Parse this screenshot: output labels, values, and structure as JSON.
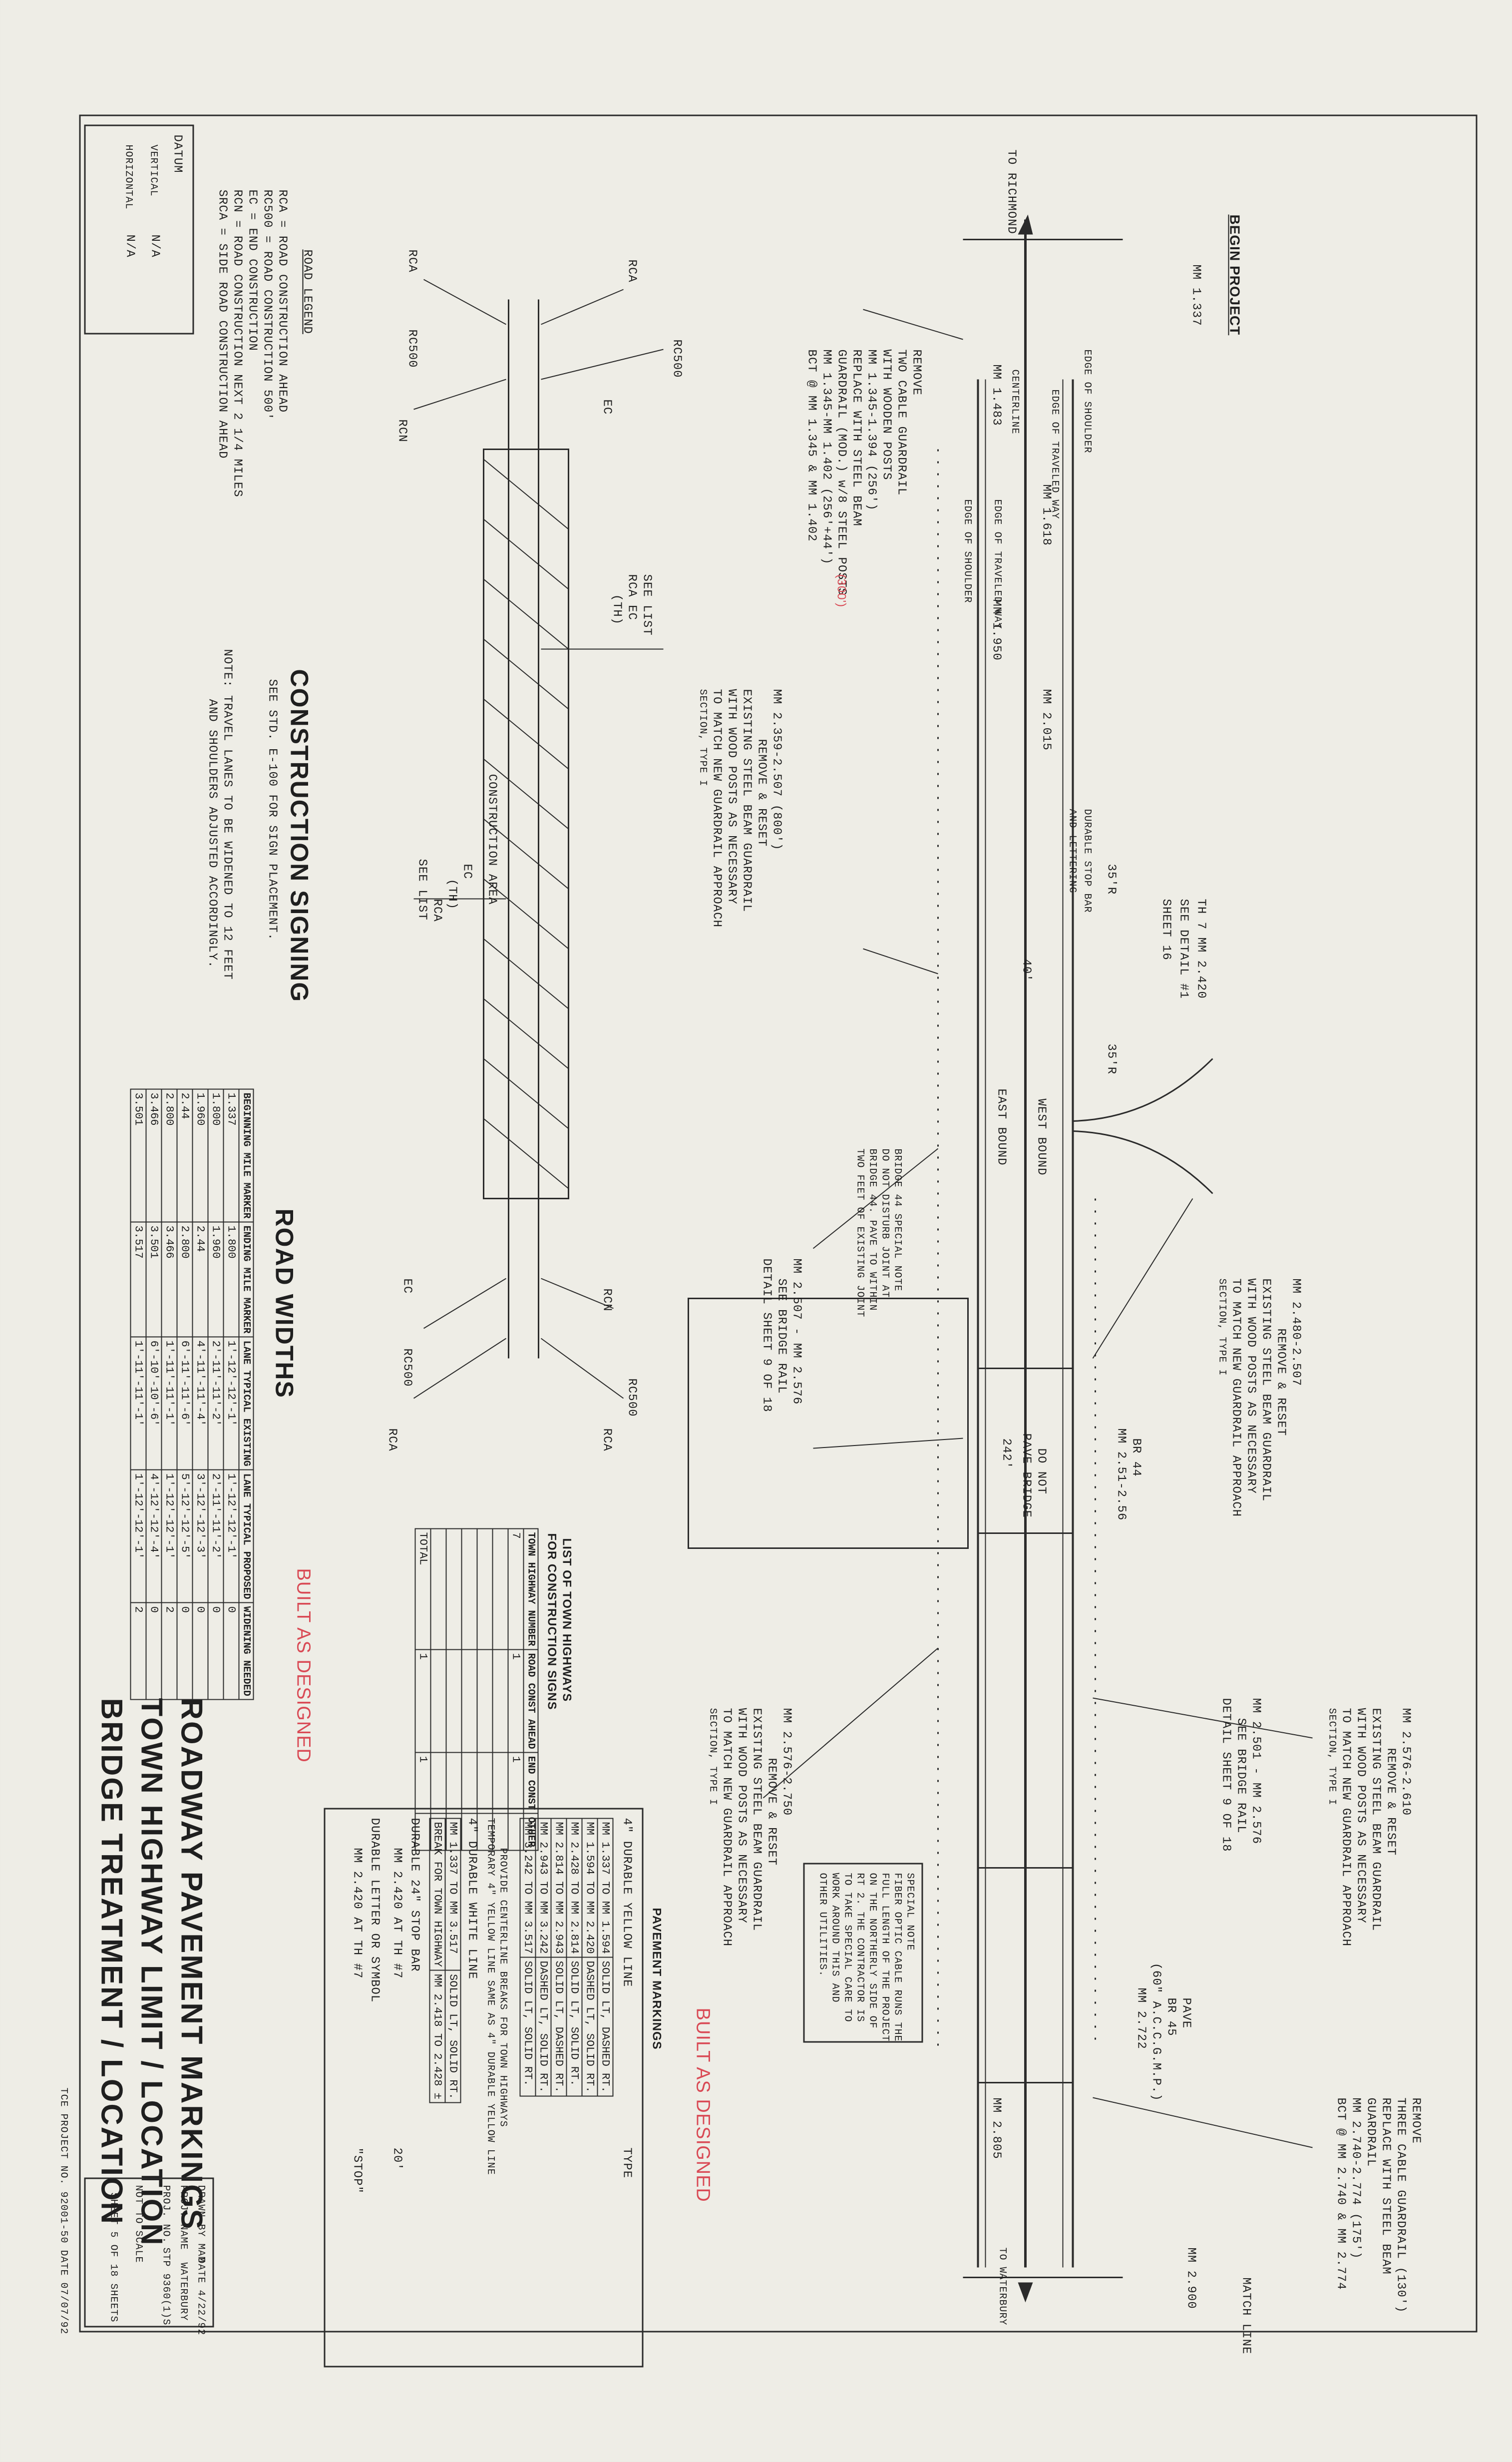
{
  "plan": {
    "begin_project": "BEGIN PROJECT",
    "mm_1337": "MM 1.337",
    "to_richmond": "TO RICHMOND",
    "centerline": "CENTERLINE",
    "edge_traveled_way_top": "EDGE OF TRAVELED WAY",
    "edge_shoulder_top": "EDGE OF SHOULDER",
    "edge_traveled_way_bottom": "EDGE OF TRAVELED WAY",
    "edge_shoulder_bottom": "EDGE OF SHOULDER",
    "mm_1483": "MM 1.483",
    "mm_1618": "MM 1.618",
    "mm_1950": "MM 1.950",
    "mm_2015": "MM 2.015",
    "westbound": "WEST BOUND",
    "eastbound": "EAST BOUND",
    "durable_stop_bar": "DURABLE STOP BAR",
    "and_lettering": "AND LETTERING",
    "dim_35r_left": "35'R",
    "dim_35r_right": "35'R",
    "dim_40": "40'",
    "th7": [
      "TH 7 MM 2.420",
      "SEE DETAIL #1",
      "SHEET 16"
    ],
    "remove_cable": [
      "REMOVE",
      "TWO CABLE GUARDRAIL",
      "WITH WOODEN POSTS",
      "MM 1.345-1.394 (256')",
      "REPLACE WITH STEEL BEAM",
      "GUARDRAIL (MOD.) w/8 STEEL POSTS",
      "MM 1.345-MM 1.402 (256'+44')",
      "BCT @ MM 1.345 & MM 1.402"
    ],
    "remove_red_note": "(300')",
    "mm2359": [
      "MM 2.359-2.507 (800')",
      "REMOVE & RESET",
      "EXISTING STEEL BEAM GUARDRAIL",
      "WITH WOOD POSTS AS NECESSARY",
      "TO MATCH NEW GUARDRAIL APPROACH",
      "SECTION, TYPE I"
    ],
    "bridge_note": [
      "BRIDGE 44 SPECIAL NOTE",
      "DO NOT DISTURB JOINT AT",
      "BRIDGE 44. PAVE TO WITHIN",
      "TWO FEET OF EXISTING JOINT"
    ],
    "mm2507_rail": [
      "MM 2.507 - MM 2.576",
      "SEE BRIDGE RAIL",
      "DETAIL SHEET  9 OF 18"
    ],
    "mm2480": [
      "MM 2.480-2.507",
      "REMOVE & RESET",
      "EXISTING STEEL BEAM GUARDRAIL",
      "WITH WOOD POSTS AS NECESSARY",
      "TO MATCH NEW GUARDRAIL APPROACH",
      "SECTION, TYPE I"
    ],
    "br44": [
      "BR 44",
      "MM 2.51-2.56"
    ],
    "do_not_pave": [
      "DO NOT",
      "PAVE BRIDGE"
    ],
    "dim_242": "242'",
    "mm2576_top": [
      "MM 2.576-2.610",
      "REMOVE & RESET",
      "EXISTING STEEL BEAM GUARDRAIL",
      "WITH WOOD POSTS AS NECESSARY",
      "TO MATCH NEW GUARDRAIL APPROACH",
      "SECTION, TYPE I"
    ],
    "mm2501_rail": [
      "MM 2.501 - MM 2.576",
      "SEE BRIDGE RAIL",
      "DETAIL SHEET  9 OF 18"
    ],
    "mm2576_bottom": [
      "MM 2.576-2.750",
      "REMOVE & RESET",
      "EXISTING STEEL BEAM GUARDRAIL",
      "WITH WOOD POSTS AS NECESSARY",
      "TO MATCH NEW GUARDRAIL APPROACH",
      "SECTION, TYPE I"
    ],
    "special_note": [
      "SPECIAL NOTE",
      "FIBER OPTIC CABLE RUNS THE",
      "FULL LENGTH OF THE PROJECT",
      "ON THE NORTHERLY SIDE OF",
      "RT 2. THE CONTRACTOR IS",
      "TO TAKE SPECIAL CARE TO",
      "WORK AROUND THIS AND",
      "OTHER UTILITIES."
    ],
    "pave_br45": [
      "PAVE",
      "BR 45",
      "(60\" A.C.C.G.M.P.)",
      "MM 2.722"
    ],
    "remove_three": [
      "REMOVE",
      "THREE CABLE GUARDRAIL (130')",
      "REPLACE WITH STEEL BEAM",
      "GUARDRAIL",
      "MM 2.740-2.774 (175')",
      "BCT @ MM 2.740 & MM 2.774"
    ],
    "mm_2805": "MM 2.805",
    "mm_2900": "MM 2.900",
    "match_line": "MATCH LINE",
    "to_waterbury": "TO WATERBURY"
  },
  "signing": {
    "title": "CONSTRUCTION SIGNING",
    "subtitle": "SEE STD. E-100 FOR SIGN PLACEMENT.",
    "construction_area": "CONSTRUCTION AREA",
    "see_list_top": [
      "SEE LIST",
      "RCA   EC",
      "(TH)"
    ],
    "see_list_bottom": [
      "EC",
      "(TH)",
      "RCA",
      "SEE LIST"
    ],
    "labels": {
      "rca": "RCA",
      "rc500": "RC500",
      "rcn": "RCN",
      "ec": "EC"
    },
    "note": [
      "NOTE:  TRAVEL LANES TO BE WIDENED TO 12 FEET",
      "AND SHOULDERS ADJUSTED ACCORDINGLY."
    ]
  },
  "legend": {
    "title": "ROAD LEGEND",
    "items": [
      "RCA   = ROAD CONSTRUCTION AHEAD",
      "RC500 = ROAD CONSTRUCTION 500'",
      "EC    = END CONSTRUCTION",
      "RCN   = ROAD CONSTRUCTION NEXT 2 1/4 MILES",
      "SRCA  = SIDE ROAD CONSTRUCTION AHEAD"
    ],
    "datum": "DATUM",
    "vertical": "VERTICAL",
    "horizontal": "HORIZONTAL",
    "vertical_val": "N/A",
    "horizontal_val": "N/A"
  },
  "road_widths": {
    "title": "ROAD WIDTHS",
    "headers": [
      "BEGINNING MILE MARKER",
      "ENDING MILE MARKER",
      "LANE TYPICAL EXISTING",
      "LANE TYPICAL PROPOSED",
      "WIDENING NEEDED"
    ],
    "rows": [
      [
        "1.337",
        "1.800",
        "1'-12'-12'-1'",
        "1'-12'-12'-1'",
        "0"
      ],
      [
        "1.800",
        "1.960",
        "2'-11'-11'-2'",
        "2'-11'-11'-2'",
        "0"
      ],
      [
        "1.960",
        "2.44",
        "4'-11'-11'-4'",
        "3'-12'-12'-3'",
        "0"
      ],
      [
        "2.44",
        "2.800",
        "6'-11'-11'-6'",
        "5'-12'-12'-5'",
        "0"
      ],
      [
        "2.800",
        "3.466",
        "1'-11'-11'-1'",
        "1'-12'-12'-1'",
        "2"
      ],
      [
        "3.466",
        "3.501",
        "6'-10'-10'-6'",
        "4'-12'-12'-4'",
        "0"
      ],
      [
        "3.501",
        "3.517",
        "1'-11'-11'-1'",
        "1'-12'-12'-1'",
        "2"
      ]
    ]
  },
  "town_highways": {
    "title": "LIST OF TOWN HIGHWAYS",
    "title2": "FOR CONSTRUCTION SIGNS",
    "headers": [
      "TOWN HIGHWAY NUMBER",
      "ROAD CONST AHEAD",
      "END CONST",
      "OTHER"
    ],
    "rows": [
      [
        "7",
        "1",
        "1",
        ""
      ],
      [
        "",
        "",
        "",
        ""
      ],
      [
        "",
        "",
        "",
        ""
      ],
      [
        "",
        "",
        "",
        ""
      ],
      [
        "",
        "",
        "",
        ""
      ],
      [
        "",
        "",
        "",
        ""
      ]
    ],
    "total_label": "TOTAL",
    "totals": [
      "1",
      "1",
      ""
    ]
  },
  "pavement": {
    "title": "PAVEMENT MARKINGS",
    "yellow_header": "4\" DURABLE YELLOW LINE",
    "type_header": "TYPE",
    "yellow_rows": [
      [
        "MM 1.337 TO MM 1.594",
        "SOLID LT, DASHED RT."
      ],
      [
        "MM 1.594 TO MM 2.420",
        "DASHED LT, SOLID RT."
      ],
      [
        "MM 2.428 TO MM 2.814",
        "SOLID LT, SOLID RT."
      ],
      [
        "MM 2.814 TO MM 2.943",
        "SOLID LT, DASHED RT."
      ],
      [
        "MM 2.943 TO MM 3.242",
        "DASHED LT, SOLID RT."
      ],
      [
        "MM 3.242 TO MM 3.517",
        "SOLID LT, SOLID RT."
      ]
    ],
    "centerline_note": "PROVIDE CENTERLINE BREAKS FOR TOWN HIGHWAYS",
    "temporary_note": "TEMPORARY 4\" YELLOW LINE SAME AS 4\" DURABLE YELLOW LINE",
    "white_header": "4\" DURABLE WHITE LINE",
    "white_rows": [
      [
        "MM 1.337 TO MM 3.517",
        "SOLID LT, SOLID RT."
      ],
      [
        "BREAK FOR TOWN HIGHWAY",
        "MM 2.418 TO 2.428 ±"
      ]
    ],
    "stop_header": "DURABLE 24\" STOP BAR",
    "stop_rows": [
      [
        "MM 2.420 AT TH #7",
        "20'"
      ]
    ],
    "letter_header": "DURABLE LETTER OR SYMBOL",
    "letter_rows": [
      [
        "MM 2.420 AT TH #7",
        "\"STOP\""
      ]
    ]
  },
  "title_block": {
    "line1": "ROADWAY PAVEMENT MARKINGS",
    "line2": "TOWN HIGHWAY LIMIT / LOCATION",
    "line3": "BRIDGE TREATMENT / LOCATION",
    "drawn_by": "DRAWN BY MAM",
    "date": "DATE  4/22/92",
    "proj_name_label": "PROJ. NAME",
    "proj_name": "WATERBURY",
    "proj_no_label": "PROJ. NO.",
    "proj_no": "STP 9360(1)S",
    "scale": "NOT TO SCALE",
    "sheet": "SHEET  5  OF 18 SHEETS",
    "footer": "TCE PROJECT NO. 92001-50 DATE 07/07/92"
  },
  "stamps": {
    "built_as_designed_1": "BUILT AS DESIGNED",
    "built_as_designed_2": "BUILT AS DESIGNED"
  },
  "colors": {
    "ink": "#1f1f1f",
    "paper": "#eeede6",
    "redline": "#d94a55"
  }
}
